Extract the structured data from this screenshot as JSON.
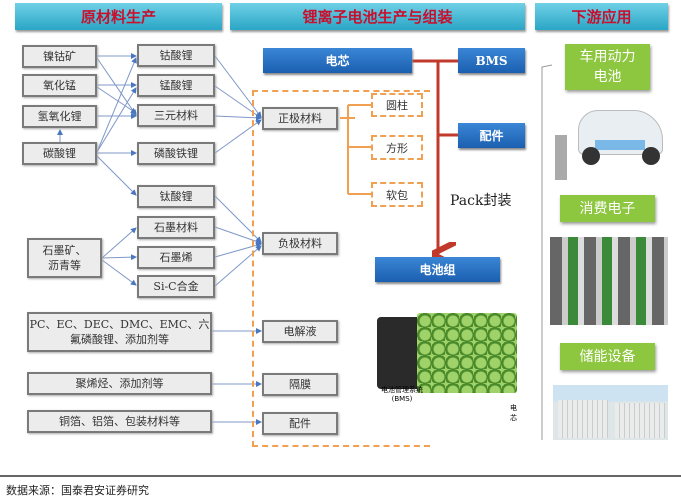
{
  "headers": {
    "raw": "原材料生产",
    "mid": "锂离子电池生产与组装",
    "down": "下游应用"
  },
  "raw": {
    "r1": "镍钴矿",
    "r2": "氧化锰",
    "r3": "氢氧化锂",
    "r4": "碳酸锂",
    "r5": "石墨矿、",
    "r5b": "沥青等",
    "r6": "PC、EC、DEC、DMC、EMC、六",
    "r6b": "氟磷酸锂、添加剂等",
    "r7": "聚烯烃、添加剂等",
    "r8": "铜箔、铝箔、包装材料等"
  },
  "mat": {
    "m1": "钴酸锂",
    "m2": "锰酸锂",
    "m3": "三元材料",
    "m4": "磷酸铁锂",
    "m5": "钛酸锂",
    "m6": "石墨材料",
    "m7": "石墨烯",
    "m8": "Si-C合金"
  },
  "comp": {
    "c1": "正极材料",
    "c2": "负极材料",
    "c3": "电解液",
    "c4": "隔膜",
    "c5": "配件"
  },
  "shape": {
    "s1": "圆柱",
    "s2": "方形",
    "s3": "软包"
  },
  "assembly": {
    "cell": "电芯",
    "bms": "BMS",
    "parts": "配件",
    "pack": "Pack封装",
    "packgroup": "电池组",
    "img_bms": "电池管理系统",
    "img_bms2": "(BMS)",
    "img_cell": "电芯"
  },
  "apps": {
    "a1": "车用动力",
    "a1b": "电池",
    "a2": "消费电子",
    "a3": "储能设备"
  },
  "footer": "数据来源：国泰君安证券研究"
}
